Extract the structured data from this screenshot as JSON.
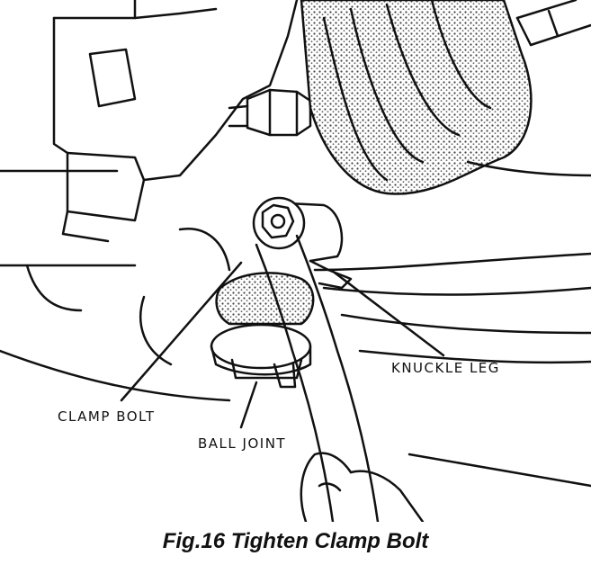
{
  "labels": {
    "knuckle_leg": "KNUCKLE LEG",
    "clamp_bolt": "CLAMP BOLT",
    "ball_joint": "BALL JOINT"
  },
  "caption": "Fig.16 Tighten Clamp Bolt",
  "colors": {
    "ink": "#111111",
    "background": "#ffffff",
    "stipple": "#555555"
  }
}
